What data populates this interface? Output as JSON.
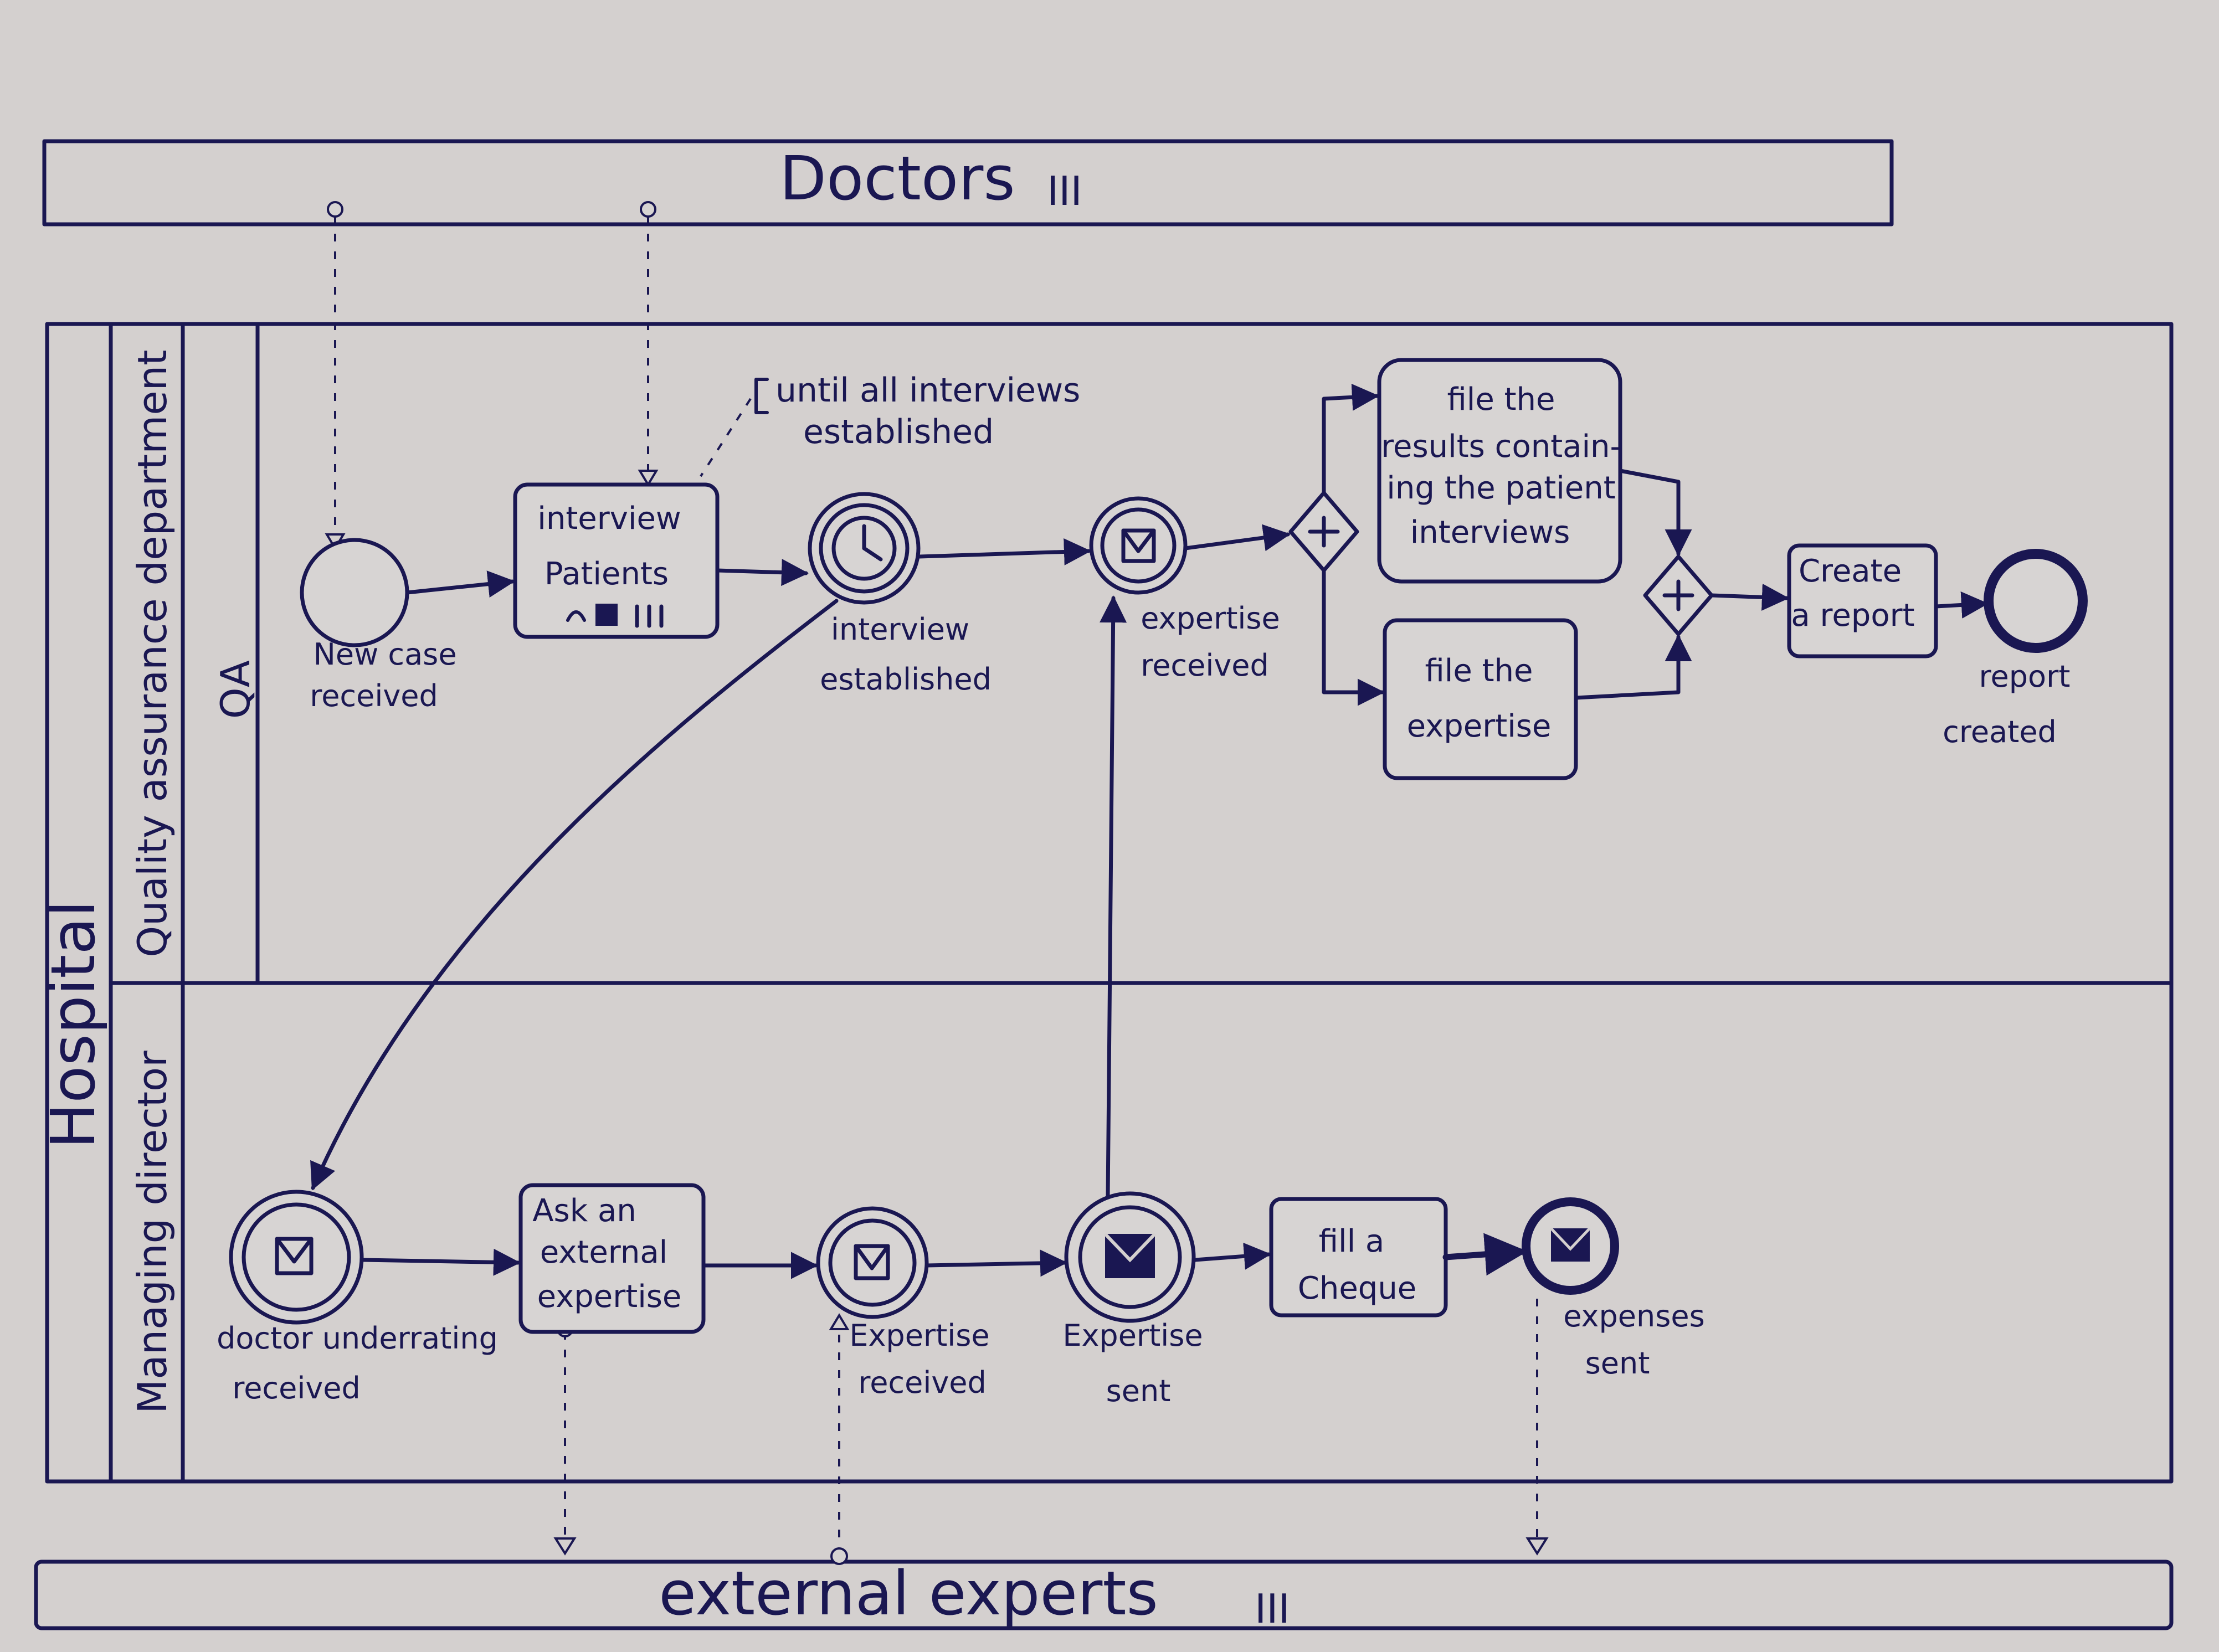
{
  "pools": {
    "doctors": {
      "label": "Doctors",
      "marker": "III"
    },
    "hospital": {
      "label": "Hospital"
    },
    "external": {
      "label": "external experts",
      "marker": "III"
    }
  },
  "lanes": {
    "qa": {
      "label": "Quality assurance department",
      "sublabel": "QA"
    },
    "md": {
      "label": "Managing director"
    }
  },
  "events": {
    "new_case": [
      "New case",
      "received"
    ],
    "interview_established": [
      "interview",
      "established"
    ],
    "expertise_received_qa": [
      "expertise",
      "received"
    ],
    "report_created": [
      "report",
      "created"
    ],
    "doctor_underrating": [
      "doctor underrating",
      "received"
    ],
    "expertise_received_md": [
      "Expertise",
      "received"
    ],
    "expertise_sent": [
      "Expertise",
      "sent"
    ],
    "expenses_sent": [
      "expenses",
      "sent"
    ]
  },
  "tasks": {
    "interview": [
      "interview",
      "Patients"
    ],
    "file_results": [
      "file the",
      "results contain-",
      "ing the patient",
      "interviews"
    ],
    "file_expertise": [
      "file the",
      "expertise"
    ],
    "create_report": [
      "Create",
      "a report"
    ],
    "ask_expertise": [
      "Ask an",
      "external",
      "expertise"
    ],
    "fill_cheque": [
      "fill a",
      "Cheque"
    ]
  },
  "annotation": [
    "until all interviews",
    "established"
  ],
  "colors": {
    "paper": "#d4d0cf",
    "ink": "#1a1752"
  }
}
